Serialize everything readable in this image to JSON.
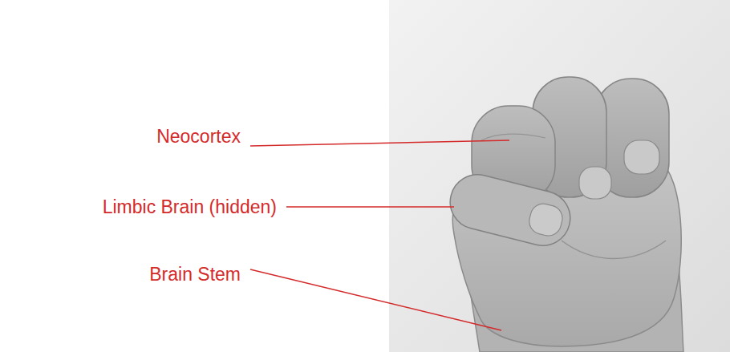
{
  "diagram": {
    "labels": [
      "Neocortex",
      "Limbic Brain (hidden)",
      "Brain Stem"
    ]
  }
}
